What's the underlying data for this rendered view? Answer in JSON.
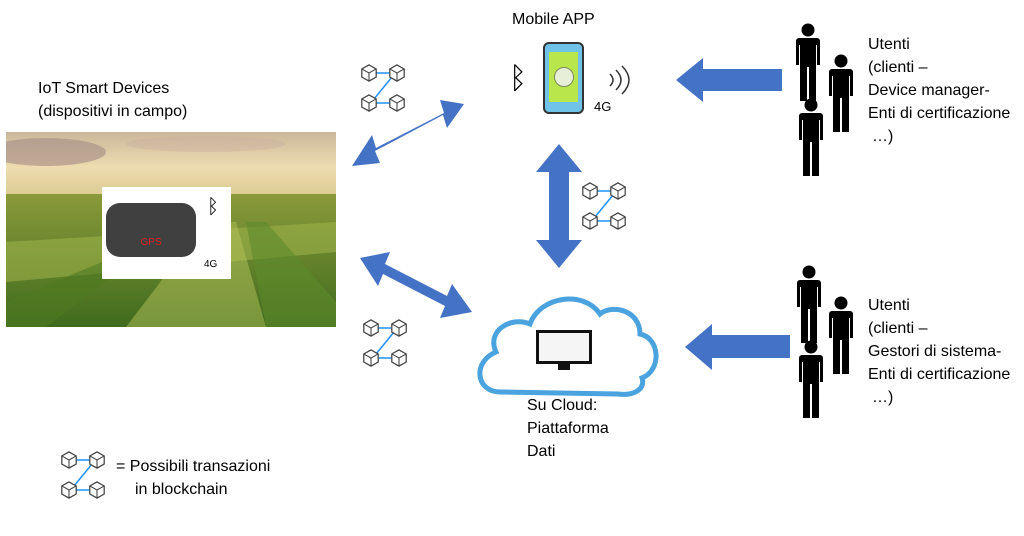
{
  "iot": {
    "title_line1": "IoT   Smart Devices",
    "title_line2": "(dispositivi in campo)",
    "gps_label": "GPS",
    "label_4g": "4G",
    "bt_symbol": "ᛒ"
  },
  "mobile": {
    "title": "Mobile APP",
    "label_4g": "4G",
    "bt_symbol": "ᛒ"
  },
  "cloud": {
    "line1": "Su Cloud:",
    "line2": "Piattaforma",
    "line3": "Dati"
  },
  "users_top": {
    "line1": "Utenti",
    "line2": "(clienti –",
    "line3": "Device manager-",
    "line4": "Enti di certificazione",
    "line5": "…)"
  },
  "users_bottom": {
    "line1": "Utenti",
    "line2": "(clienti –",
    "line3": "Gestori di sistema-",
    "line4": "Enti di certificazione",
    "line5": "…)"
  },
  "legend": {
    "line1": "= Possibili transazioni",
    "line2": "in blockchain"
  },
  "colors": {
    "arrow": "#4472c4",
    "cloud_stroke": "#4aa3df",
    "person": "#000000",
    "phone": "#6fc3e8",
    "phone_screen": "#b9e64a",
    "chain_link": "#1e90ff"
  },
  "icons": [
    "bluetooth-icon",
    "signal-4g-icon",
    "blockchain-icon",
    "person-icon",
    "cloud-icon",
    "monitor-chart-icon",
    "smartphone-icon",
    "gps-device-icon"
  ]
}
